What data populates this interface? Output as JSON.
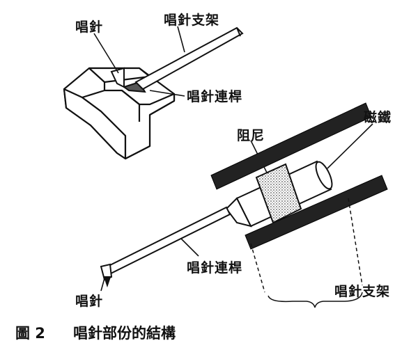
{
  "labels": {
    "stylus_top": "唱針",
    "cantilever_holder_top": "唱針支架",
    "cantilever_top": "唱針連桿",
    "magnet": "磁鐵",
    "damper": "阻尼",
    "cantilever_bottom": "唱針連桿",
    "stylus_bottom": "唱針",
    "cantilever_holder_bottom": "唱針支架"
  },
  "caption": {
    "figure_number": "圖 2",
    "title": "唱針部份的結構"
  }
}
